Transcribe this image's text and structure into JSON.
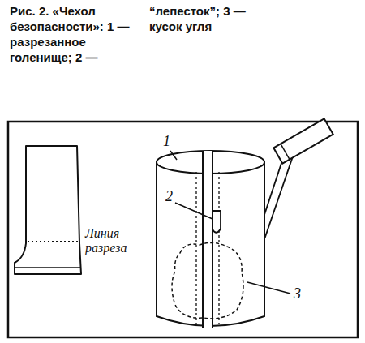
{
  "diagram": {
    "caption": "Рис. 2. «Чехол безопасности»: 1 — разрезанное голенище; 2 — “лепесток”; 3 — кусок угля",
    "labels": [
      "1",
      "2",
      "3",
      "Линия разреза"
    ]
  }
}
